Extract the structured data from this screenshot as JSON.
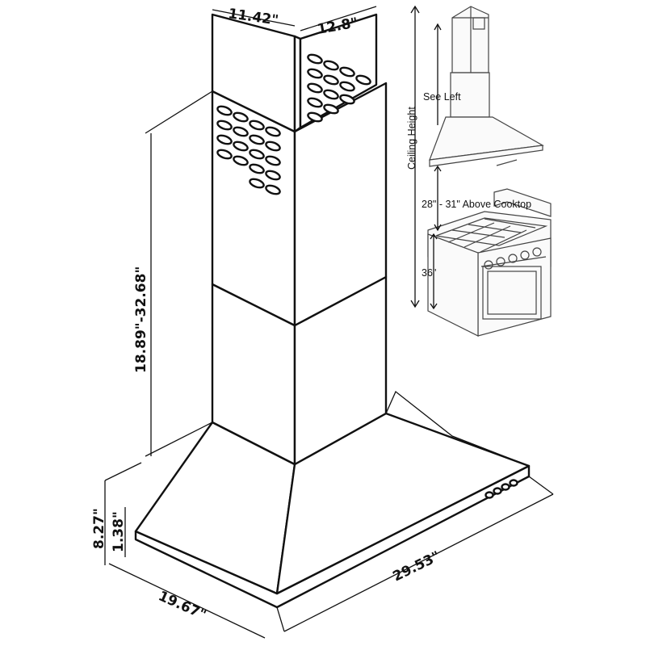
{
  "hood_dimensions": {
    "chimney_width": "11.42\"",
    "chimney_depth": "12.8\"",
    "chimney_height_range": "18.89\"-32.68\"",
    "canopy_height": "8.27\"",
    "canopy_base_height": "1.38\"",
    "canopy_depth": "19.67\"",
    "canopy_width": "29.53\""
  },
  "installation_diagram": {
    "ceiling_height_label": "Ceiling Height",
    "see_left_label": "See Left",
    "mount_height_label": "28\" - 31\" Above Cooktop",
    "counter_height_label": "36\""
  },
  "colors": {
    "line": "#111111",
    "background": "#ffffff"
  }
}
